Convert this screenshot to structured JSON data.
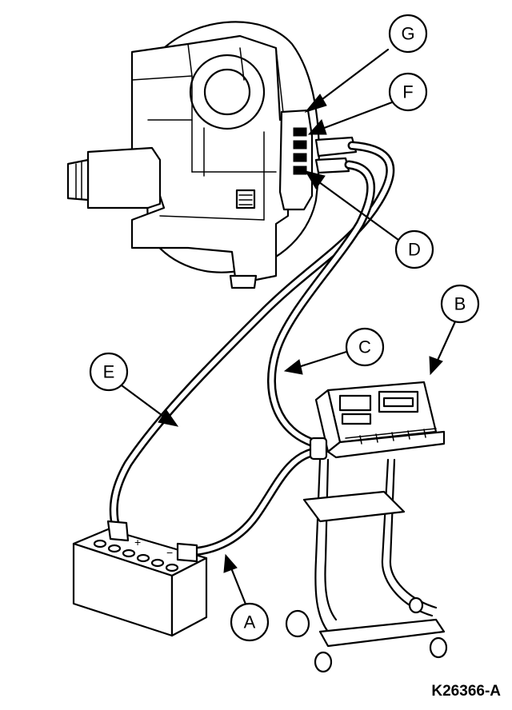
{
  "callouts": {
    "a": "A",
    "b": "B",
    "c": "C",
    "d": "D",
    "e": "E",
    "f": "F",
    "g": "G"
  },
  "reference_code": "K26366-A"
}
